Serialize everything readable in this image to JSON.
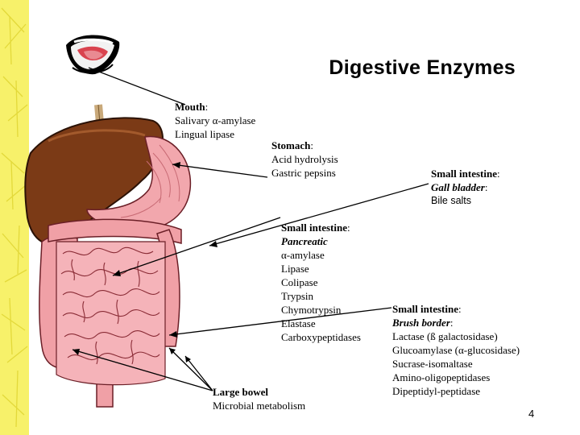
{
  "slide": {
    "title": "Digestive Enzymes",
    "page_number": "4",
    "accent_color": "#f5ef4a",
    "labels": {
      "mouth": {
        "heading": "Mouth",
        "colon": ":",
        "items": [
          "Salivary α-amylase",
          "Lingual lipase"
        ]
      },
      "stomach": {
        "heading": "Stomach",
        "colon": ":",
        "items": [
          "Acid hydrolysis",
          "Gastric pepsins"
        ]
      },
      "small_intestine_gall": {
        "heading": "Small intestine",
        "colon": ":",
        "subheading": "Gall bladder",
        "sub_colon": ":",
        "items": [
          "Bile salts"
        ]
      },
      "small_intestine_pancreatic": {
        "heading": "Small intestine",
        "colon": ":",
        "subheading": "Pancreatic",
        "items": [
          "α-amylase",
          "Lipase",
          "Colipase",
          "Trypsin",
          "Chymotrypsin",
          "Elastase",
          "Carboxypeptidases"
        ]
      },
      "small_intestine_brush": {
        "heading": "Small intestine",
        "colon": ":",
        "subheading": "Brush border",
        "sub_colon": ":",
        "items": [
          "Lactase (ß galactosidase)",
          "Glucoamylase (α-glucosidase)",
          "Sucrase-isomaltase",
          "Amino-oligopeptidases",
          "Dipeptidyl-peptidase"
        ]
      },
      "large_bowel": {
        "heading": "Large bowel",
        "items": [
          "Microbial  metabolism"
        ]
      }
    }
  }
}
